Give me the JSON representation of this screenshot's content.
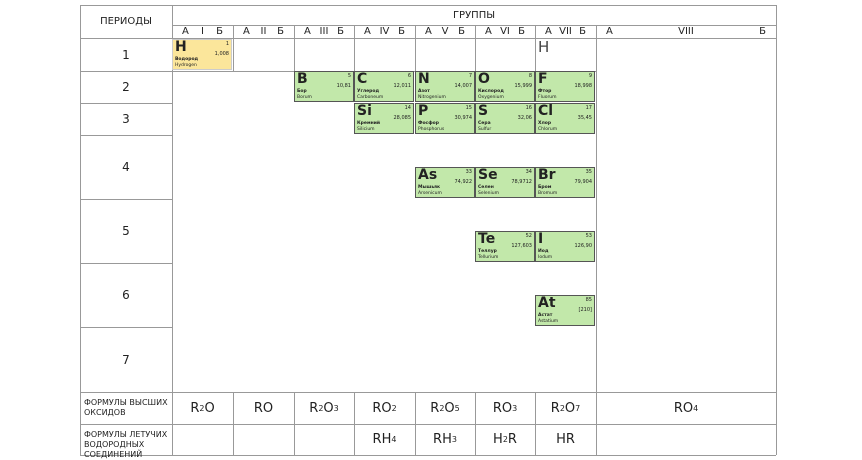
{
  "header": {
    "periods": "ПЕРИОДЫ",
    "groups": "ГРУППЫ"
  },
  "group_headers": [
    [
      "А",
      "I",
      "Б"
    ],
    [
      "А",
      "II",
      "Б"
    ],
    [
      "А",
      "III",
      "Б"
    ],
    [
      "А",
      "IV",
      "Б"
    ],
    [
      "А",
      "V",
      "Б"
    ],
    [
      "А",
      "VI",
      "Б"
    ],
    [
      "А",
      "VII",
      "Б"
    ],
    [
      "А",
      "VIII",
      "Б"
    ]
  ],
  "periods": [
    "1",
    "2",
    "3",
    "4",
    "5",
    "6",
    "7"
  ],
  "h_in_group7": "H",
  "elements": [
    {
      "symbol": "H",
      "number": "1",
      "mass": "1,008",
      "ru": "Водород",
      "la": "Hydrogen",
      "group": 0,
      "period": 1,
      "hl": true
    },
    {
      "symbol": "B",
      "number": "5",
      "mass": "10,81",
      "ru": "Бор",
      "la": "Borum",
      "group": 2,
      "period": 2
    },
    {
      "symbol": "C",
      "number": "6",
      "mass": "12,011",
      "ru": "Углерод",
      "la": "Carboneum",
      "group": 3,
      "period": 2
    },
    {
      "symbol": "N",
      "number": "7",
      "mass": "14,007",
      "ru": "Азот",
      "la": "Nitrogenium",
      "group": 4,
      "period": 2
    },
    {
      "symbol": "O",
      "number": "8",
      "mass": "15,999",
      "ru": "Кислород",
      "la": "Oxygenium",
      "group": 5,
      "period": 2
    },
    {
      "symbol": "F",
      "number": "9",
      "mass": "18,998",
      "ru": "Фтор",
      "la": "Fluorum",
      "group": 6,
      "period": 2
    },
    {
      "symbol": "Si",
      "number": "14",
      "mass": "28,085",
      "ru": "Кремний",
      "la": "Silicium",
      "group": 3,
      "period": 3
    },
    {
      "symbol": "P",
      "number": "15",
      "mass": "30,974",
      "ru": "Фосфор",
      "la": "Phosphorus",
      "group": 4,
      "period": 3
    },
    {
      "symbol": "S",
      "number": "16",
      "mass": "32,06",
      "ru": "Сера",
      "la": "Sulfur",
      "group": 5,
      "period": 3
    },
    {
      "symbol": "Cl",
      "number": "17",
      "mass": "35,45",
      "ru": "Хлор",
      "la": "Chlorum",
      "group": 6,
      "period": 3
    },
    {
      "symbol": "As",
      "number": "33",
      "mass": "74,922",
      "ru": "Мышьяк",
      "la": "Arsenicum",
      "group": 4,
      "period": 4
    },
    {
      "symbol": "Se",
      "number": "34",
      "mass": "78,9712",
      "ru": "Селен",
      "la": "Selenium",
      "group": 5,
      "period": 4
    },
    {
      "symbol": "Br",
      "number": "35",
      "mass": "79,904",
      "ru": "Бром",
      "la": "Bromum",
      "group": 6,
      "period": 4
    },
    {
      "symbol": "Te",
      "number": "52",
      "mass": "127,603",
      "ru": "Теллур",
      "la": "Tellurium",
      "group": 5,
      "period": 5
    },
    {
      "symbol": "I",
      "number": "53",
      "mass": "126,90",
      "ru": "Иод",
      "la": "Iodum",
      "group": 6,
      "period": 5
    },
    {
      "symbol": "At",
      "number": "85",
      "mass": "[210]",
      "ru": "Астат",
      "la": "Astatium",
      "group": 6,
      "period": 6
    }
  ],
  "oxides": {
    "label": "ФОРМУЛЫ ВЫСШИХ ОКСИДОВ",
    "formulas": [
      [
        [
          "R"
        ],
        [
          "2",
          "s"
        ],
        [
          "O"
        ]
      ],
      [
        [
          "RO"
        ]
      ],
      [
        [
          "R"
        ],
        [
          "2",
          "s"
        ],
        [
          "O"
        ],
        [
          "3",
          "s"
        ]
      ],
      [
        [
          "RO"
        ],
        [
          "2",
          "s"
        ]
      ],
      [
        [
          "R"
        ],
        [
          "2",
          "s"
        ],
        [
          "O"
        ],
        [
          "5",
          "s"
        ]
      ],
      [
        [
          "RO"
        ],
        [
          "3",
          "s"
        ]
      ],
      [
        [
          "R"
        ],
        [
          "2",
          "s"
        ],
        [
          "O"
        ],
        [
          "7",
          "s"
        ]
      ],
      [
        [
          "RO"
        ],
        [
          "4",
          "s"
        ]
      ]
    ]
  },
  "hydrides": {
    "label": "ФОРМУЛЫ ЛЕТУЧИХ ВОДОРОДНЫХ СОЕДИНЕНИЙ",
    "formulas": [
      null,
      null,
      null,
      [
        [
          "RH"
        ],
        [
          "4",
          "s"
        ]
      ],
      [
        [
          "RH"
        ],
        [
          "3",
          "s"
        ]
      ],
      [
        [
          "H"
        ],
        [
          "2",
          "s"
        ],
        [
          "R"
        ]
      ],
      [
        [
          "HR"
        ]
      ],
      null
    ]
  }
}
